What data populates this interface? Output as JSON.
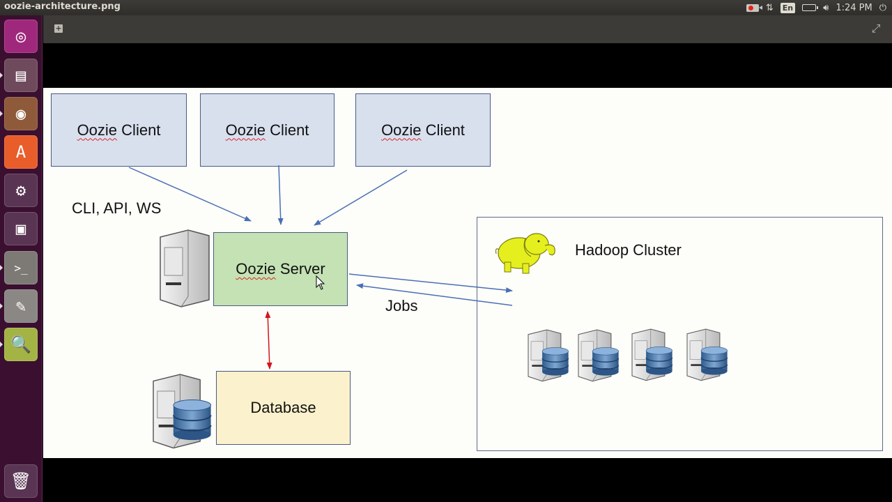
{
  "window": {
    "title": "oozie-architecture.png"
  },
  "indicators": {
    "recording": "recording-indicator",
    "network": "network-icon",
    "language": "En",
    "battery": "battery-icon",
    "volume": "volume-icon",
    "clock": "1:24 PM",
    "power": "power-icon"
  },
  "toolbar": {
    "add_label": "+",
    "fullscreen_label": "⤢"
  },
  "launcher": {
    "items": [
      {
        "name": "dash-home",
        "icon": "ubuntu-logo-icon",
        "glyph": "◎",
        "color": "#a0287c",
        "running": false
      },
      {
        "name": "files",
        "icon": "file-cabinet-icon",
        "glyph": "▤",
        "color": "#6f4a5c",
        "running": true
      },
      {
        "name": "firefox",
        "icon": "firefox-icon",
        "glyph": "◉",
        "color": "#8e5a3a",
        "running": true
      },
      {
        "name": "software-center",
        "icon": "shopping-bag-icon",
        "glyph": "A",
        "color": "#e85d2a",
        "running": false
      },
      {
        "name": "system-settings",
        "icon": "settings-wrench-icon",
        "glyph": "⚙",
        "color": "#5a3553",
        "running": false
      },
      {
        "name": "video-editor",
        "icon": "film-camera-icon",
        "glyph": "▣",
        "color": "#5a3553",
        "running": false
      },
      {
        "name": "terminal",
        "icon": "terminal-icon",
        "glyph": ">_",
        "color": "#7d7a76",
        "running": true
      },
      {
        "name": "text-editor",
        "icon": "text-editor-icon",
        "glyph": "✎",
        "color": "#8a8784",
        "running": true
      },
      {
        "name": "image-viewer",
        "icon": "image-viewer-icon",
        "glyph": "🔍",
        "color": "#a3b445",
        "running": true
      },
      {
        "name": "trash",
        "icon": "trash-icon",
        "glyph": "🗑",
        "color": "#5a3553",
        "running": false
      }
    ]
  },
  "diagram": {
    "clients": [
      {
        "label": "Oozie Client"
      },
      {
        "label": "Oozie Client"
      },
      {
        "label": "Oozie Client"
      }
    ],
    "protocols_label": "CLI, API, WS",
    "server_label": "Oozie Server",
    "database_label": "Database",
    "jobs_label": "Jobs",
    "cluster_label": "Hadoop Cluster",
    "cluster_node_count": 4,
    "colors": {
      "arrow_blue": "#4a6fb5",
      "arrow_red": "#d4141c",
      "client_fill": "#d8e0ee",
      "server_fill": "#c4e2b4",
      "db_fill": "#fbf1cc",
      "elephant": "#e6ef1e"
    }
  }
}
